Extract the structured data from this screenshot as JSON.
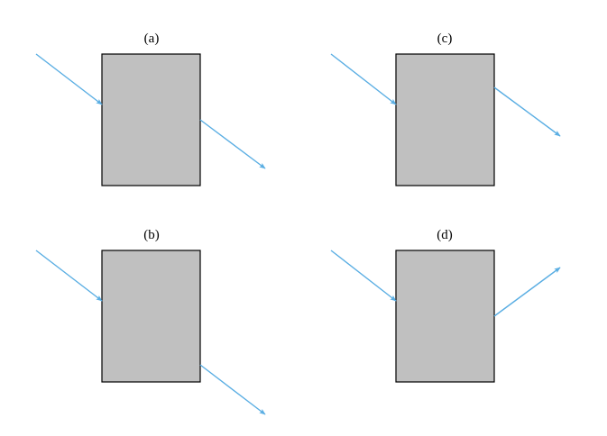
{
  "colors": {
    "block_fill": "#c0c0c0",
    "block_stroke": "#000000",
    "ray": "#5aaee3"
  },
  "panels": [
    {
      "label": "(a)",
      "id": "a"
    },
    {
      "label": "(c)",
      "id": "c"
    },
    {
      "label": "(b)",
      "id": "b"
    },
    {
      "label": "(d)",
      "id": "d"
    }
  ]
}
